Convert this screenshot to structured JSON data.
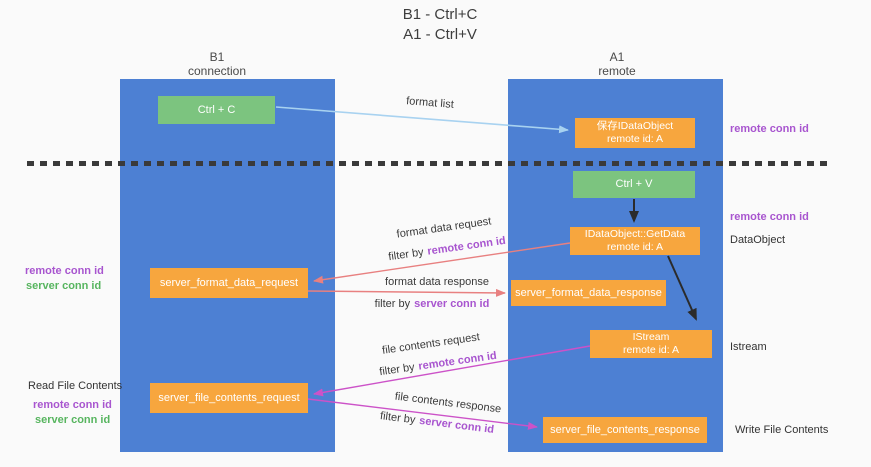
{
  "title": {
    "line1": "B1 - Ctrl+C",
    "line2": "A1 - Ctrl+V"
  },
  "lanes": {
    "left": {
      "name": "B1",
      "role": "connection"
    },
    "right": {
      "name": "A1",
      "role": "remote"
    }
  },
  "nodes": {
    "ctrl_c": "Ctrl + C",
    "ctrl_v": "Ctrl + V",
    "save_dataobject": {
      "line1": "保存IDataObject",
      "line2": "remote id: A"
    },
    "getdata": {
      "line1": "IDataObject::GetData",
      "line2": "remote id: A"
    },
    "istream": {
      "line1": "IStream",
      "line2": "remote id: A"
    },
    "server_format_data_request": "server_format_data_request",
    "server_format_data_response": "server_format_data_response",
    "server_file_contents_request": "server_file_contents_request",
    "server_file_contents_response": "server_file_contents_response"
  },
  "edges": {
    "format_list": "format list",
    "format_data_request": "format data request",
    "format_data_response": "format data response",
    "file_contents_request": "file contents request",
    "file_contents_response": "file contents response",
    "filter_by": "filter by"
  },
  "side_labels": {
    "remote_conn_id": "remote conn id",
    "server_conn_id": "server conn id",
    "dataobject": "DataObject",
    "istream": "Istream",
    "read_file_contents": "Read File Contents",
    "write_file_contents": "Write File Contents"
  },
  "colors": {
    "lane_blue": "#4d80d3",
    "node_orange": "#f7a63e",
    "node_green": "#7cc47f",
    "purple_text": "#a855cf",
    "green_text": "#57b55f",
    "arrow_salmon": "#e88080",
    "arrow_magenta": "#cc52c8",
    "arrow_lightblue": "#a8d2f0",
    "arrow_black": "#2b2b2b",
    "dash_line": "#3a3a3a"
  }
}
